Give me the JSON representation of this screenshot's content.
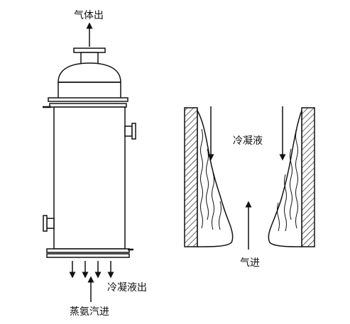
{
  "labels": {
    "gas_out": "气体出",
    "condensate_top": "冷凝液",
    "condensate_out": "冷凝液出",
    "gas_in": "气进",
    "steam_in": "蒸氨汽进"
  },
  "colors": {
    "ink": "#111111",
    "background": "#ffffff"
  },
  "icons": [
    "up-arrow-icon",
    "down-arrow-icon",
    "hatch-wall-icon",
    "flange-icon"
  ]
}
